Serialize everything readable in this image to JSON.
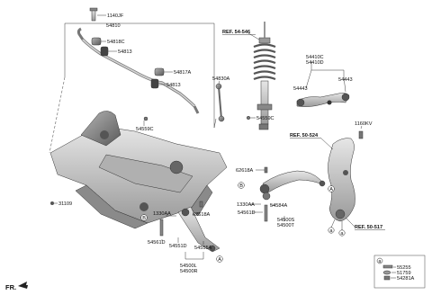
{
  "labels": {
    "p1140JF": "1140JF",
    "p54810": "54810",
    "p54818C": "54818C",
    "p54813a": "54813",
    "p54817A": "54817A",
    "p54813b": "54813",
    "p54830A": "54830A",
    "p54559Ca": "54559C",
    "p54559Cb": "54559C",
    "p54410C": "54410C",
    "p54410D": "54410D",
    "p54443a": "54443",
    "p54443b": "54443",
    "p1160KV": "1160KV",
    "p62618Aa": "62618A",
    "p54584A": "54584A",
    "p1330AAa": "1330AA",
    "p54561Da": "54561D",
    "p54500S": "54500S",
    "p54500T": "54500T",
    "p31109": "31109",
    "p1330AAb": "1330AA",
    "p62618Ab": "62618A",
    "p54561Db": "54561D",
    "p54551D": "54551D",
    "p54555A": "54555A",
    "p54500L": "54500L",
    "p54500R": "54500R",
    "p55255": "55255",
    "p51759": "51759",
    "p54281A": "54281A"
  },
  "refs": {
    "r1": "REF. 54-546",
    "r2": "REF. 50-524",
    "r3": "REF. 50-517"
  },
  "callouts": {
    "A": "A",
    "B": "B",
    "a": "a"
  },
  "corner": {
    "fr": "FR."
  },
  "colors": {
    "line": "#222222",
    "part_fill": "#cfcfcf",
    "part_dark": "#8a8a8a",
    "background": "#ffffff"
  }
}
